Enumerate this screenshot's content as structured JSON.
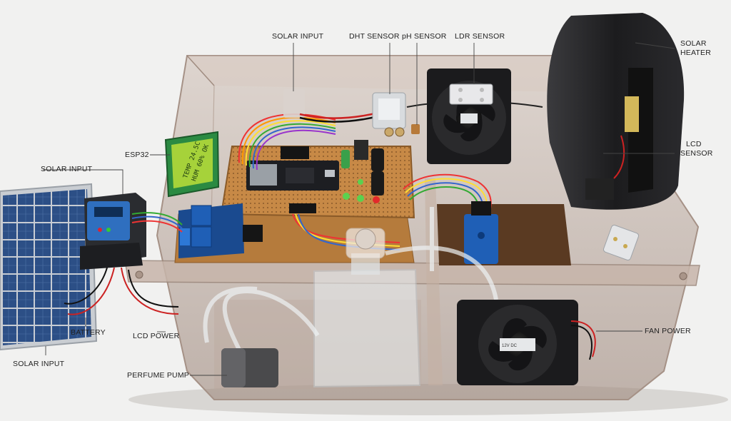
{
  "labels": {
    "solar_input_top": "SOLAR INPUT",
    "dht_sensor": "DHT SENSOR",
    "ph_sensor": "pH SENSOR",
    "ldr_sensor": "LDR SENSOR",
    "solar_heater_line1": "SOLAR",
    "solar_heater_line2": "HEATER",
    "esp32": "ESP32",
    "solar_input_left": "SOLAR INPUT",
    "lcd_sensor_line1": "LCD",
    "lcd_sensor_line2": "SENSOR",
    "battery": "BATTERY",
    "lcd_power": "LCD POWER",
    "solar_input_bottom": "SOLAR INPUT",
    "perfume_pump": "PERFUME PUMP",
    "fan_power": "FAN POWER"
  },
  "lcd_screen": {
    "line1": "TEMP 24.5C",
    "line2": "HUM 60% OK"
  },
  "fan_label_text": "12V DC",
  "colors": {
    "container_tint": "#b9a69b",
    "board_brown": "#b57b3c",
    "lcd_green": "#a6d23a",
    "relay_blue": "#1f5fb6",
    "fan_black": "#1b1b1d",
    "solar_cell": "#2e5287",
    "soil": "#5a3a22"
  }
}
